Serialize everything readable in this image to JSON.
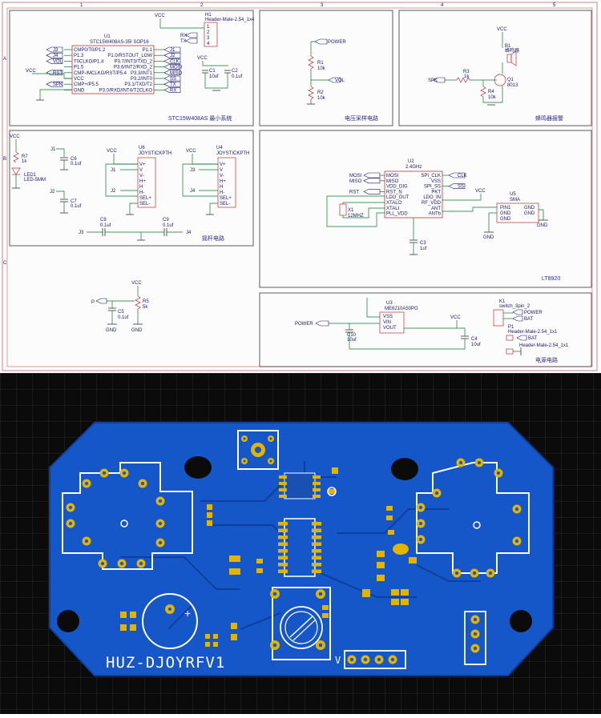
{
  "schematic": {
    "frame_cols": [
      "1",
      "2",
      "3",
      "4",
      "5"
    ],
    "frame_rows": [
      "A",
      "B",
      "C"
    ],
    "mcu": {
      "ref": "U1",
      "part": "STC15W408AS-35I SOP16",
      "left_pins": [
        "CMP0/T0/P1.2",
        "P1.3",
        "T0CLKO/P1.4",
        "P1.5",
        "CMP-/MCLKO/RST/P5.4",
        "VCC",
        "CMP+/P5.5",
        "GND"
      ],
      "right_pins": [
        "P1.1",
        "P1.0/RSTOUT_LOW",
        "P3.7/INT3/TXD_2",
        "P3.6/INT2/RXD_2",
        "P3.3/INT1",
        "P3.2/INT0",
        "P3.1/TXD/T2",
        "P3.0/RXD/INT4/T2CLKO"
      ],
      "right_nets": [
        "J1",
        "J2",
        "CLK",
        "MOSI",
        "MISO",
        "SS",
        "TX",
        "RX"
      ],
      "left_nets": [
        "J3",
        "J4",
        "VOL",
        "RST",
        "SPK"
      ],
      "header": {
        "ref": "H1",
        "part": "Header-Male-2.54_1x4",
        "pins": [
          "1",
          "2",
          "3",
          "4"
        ],
        "nets": [
          "RX",
          "TX"
        ]
      },
      "caps": [
        {
          "ref": "C1",
          "value": "10uf"
        },
        {
          "ref": "C2",
          "value": "0.1uf"
        }
      ],
      "title": "STC15W408AS 最小系统"
    },
    "voltage": {
      "nets": [
        "POWER",
        "VOL"
      ],
      "r1": {
        "ref": "R1",
        "value": "10k"
      },
      "r2": {
        "ref": "R2",
        "value": "10k"
      },
      "title": "电压采样电路"
    },
    "buzzer": {
      "b1": {
        "ref": "B1",
        "value": "蜂鸣器"
      },
      "r3": {
        "ref": "R3",
        "value": "1k"
      },
      "r4": {
        "ref": "R4",
        "value": "10k"
      },
      "q1": {
        "ref": "Q1",
        "value": "8013"
      },
      "net": "SPK",
      "title": "蜂鸣器报警"
    },
    "joystick": {
      "r7": {
        "ref": "R7",
        "value": "1k"
      },
      "led": {
        "ref": "LED1",
        "value": "LED-5MM"
      },
      "c6": {
        "ref": "C6",
        "value": "0.1uf"
      },
      "c7": {
        "ref": "C7",
        "value": "0.1uf"
      },
      "c8": {
        "ref": "C8",
        "value": "0.1uf"
      },
      "c9": {
        "ref": "C9",
        "value": "0.1uf"
      },
      "u6": {
        "ref": "U6",
        "value": "JOYSTICKPTH"
      },
      "u4": {
        "ref": "U4",
        "value": "JOYSTICKPTH"
      },
      "pins": [
        "V+",
        "V",
        "V-",
        "H+",
        "H",
        "H-",
        "SEL+",
        "SEL-"
      ],
      "nets": [
        "J1",
        "J2",
        "J3",
        "J4"
      ],
      "title": "摇杆电路"
    },
    "rf": {
      "ref": "U2",
      "freq": "2.4GHz",
      "left_pins": [
        "MOSI",
        "MISO",
        "VDD_DIG",
        "RST_N",
        "LDO_OUT",
        "XTALO",
        "XTALI",
        "PLL_VDD"
      ],
      "right_pins": [
        "SPI_CLK",
        "VSS",
        "SPI_SS",
        "PKT",
        "LDO_IN",
        "RF_VDD",
        "ANT",
        "ANTb"
      ],
      "left_nets": [
        "MOSI",
        "MISO",
        "RST"
      ],
      "right_nets": [
        "CLK",
        "SS"
      ],
      "x1": {
        "ref": "X1",
        "value": "12MHZ"
      },
      "c3": {
        "ref": "C3",
        "value": "1uf"
      },
      "u5": {
        "ref": "U5",
        "value": "SMA"
      },
      "u5_pins": [
        "PIN1",
        "GND",
        "GND",
        "GND",
        "GND"
      ],
      "title": "LT8920"
    },
    "pot": {
      "net": "P",
      "c5": {
        "ref": "C5",
        "value": "0.1uf"
      },
      "r5": {
        "ref": "R5",
        "value": "5k"
      }
    },
    "power": {
      "u3": {
        "ref": "U3",
        "value": "ME6210A50PG"
      },
      "u3_pins": [
        "VSS",
        "VIN",
        "VOUT"
      ],
      "net": "POWER",
      "c10": {
        "ref": "C10",
        "value": "10uf"
      },
      "c4": {
        "ref": "C4",
        "value": "10uf"
      },
      "k1": {
        "ref": "K1",
        "value": "switch_3pin_2"
      },
      "k1_nets": [
        "POWER",
        "BAT"
      ],
      "p1": {
        "ref": "P1",
        "value": "Header-Male-2.54_1x1"
      },
      "p1_net": "BAT",
      "p2": {
        "value": "Header-Male-2.54_1x1"
      },
      "title": "电源电路"
    },
    "common": {
      "vcc": "VCC",
      "gnd": "GND"
    }
  },
  "pcb": {
    "silk_text": "HUZ-DJOYRFV1",
    "header_mark": "V",
    "plus_mark": "+",
    "colors": {
      "board": "#1556c8",
      "copper": "#e2b400",
      "silk": "#ffffff",
      "background": "#0b0b0b",
      "grid": "#2f2f2f"
    }
  }
}
